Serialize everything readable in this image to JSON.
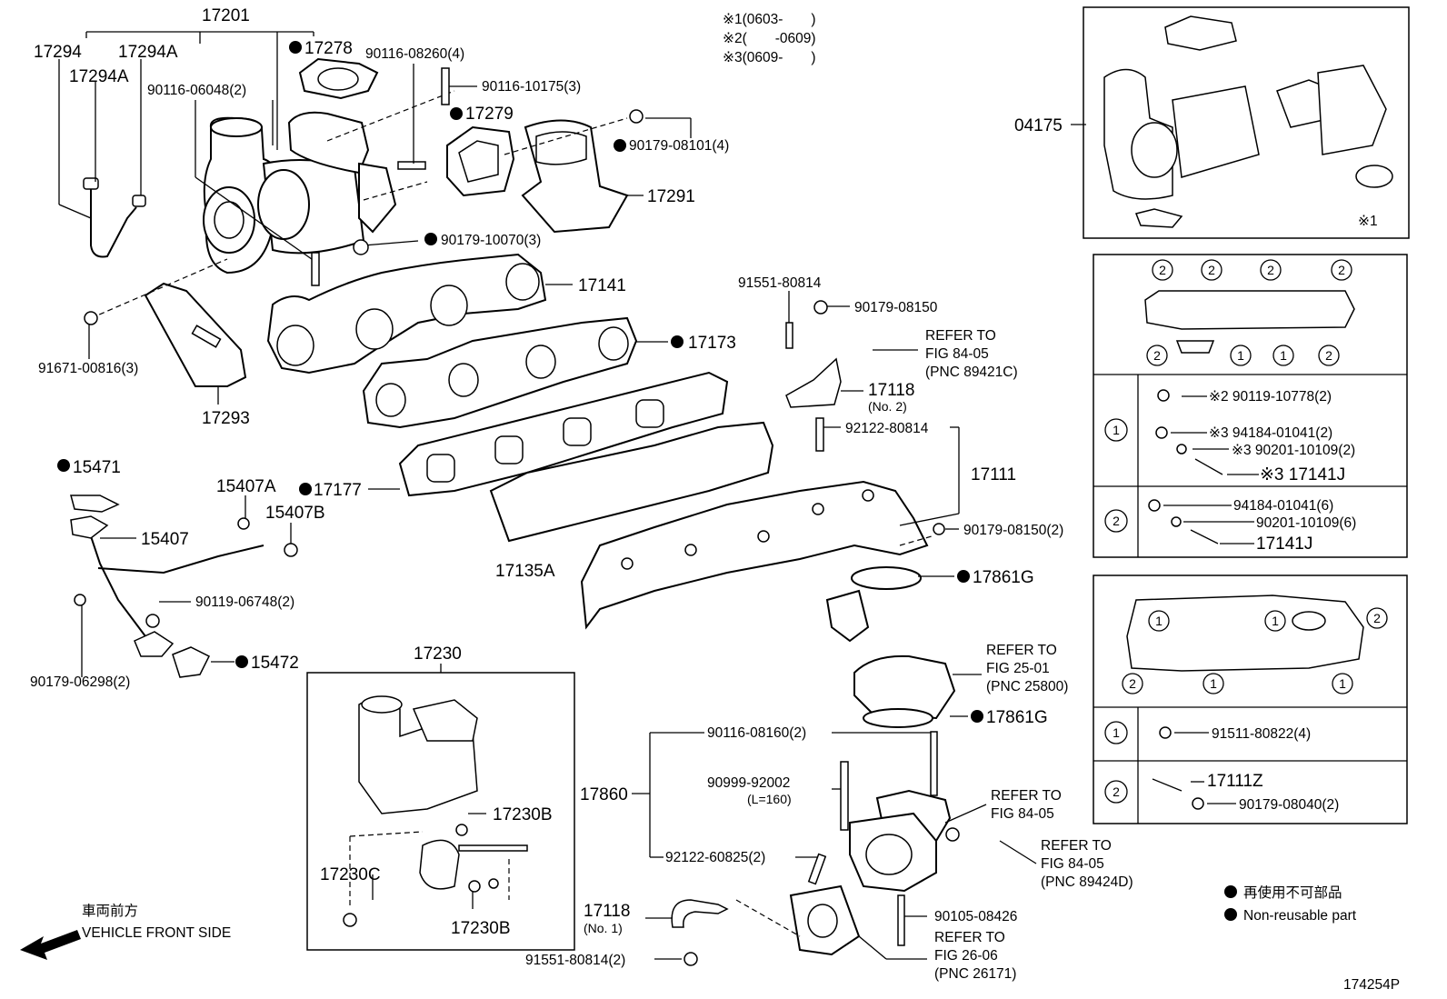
{
  "notes": {
    "n1": "※1(0603-　　)",
    "n2": "※2(　　-0609)",
    "n3": "※3(0609-　　)"
  },
  "labels": {
    "p17201": "17201",
    "p17294": "17294",
    "p17294A_1": "17294A",
    "p17294A_2": "17294A",
    "p90116_06048": "90116-06048(2)",
    "p17278": "17278",
    "p90116_08260": "90116-08260(4)",
    "p90116_10175": "90116-10175(3)",
    "p17279": "17279",
    "p90179_08101": "90179-08101(4)",
    "p17291": "17291",
    "p90179_10070": "90179-10070(3)",
    "p17141": "17141",
    "p91671_00816": "91671-00816(3)",
    "p17293": "17293",
    "p17173": "17173",
    "p91551_80814_top": "91551-80814",
    "p90179_08150": "90179-08150",
    "refer_8405_a1": "REFER TO",
    "refer_8405_a2": "FIG 84-05",
    "refer_8405_a3": "(PNC 89421C)",
    "p17118_no2": "17118",
    "p17118_no2_sub": "(No. 2)",
    "p92122_80814": "92122-80814",
    "p17111": "17111",
    "p15471": "15471",
    "p15407A": "15407A",
    "p17177": "17177",
    "p15407B": "15407B",
    "p15407": "15407",
    "p17135A": "17135A",
    "p90179_08150_2": "90179-08150(2)",
    "p90119_06748": "90119-06748(2)",
    "p17861G_1": "17861G",
    "p15472": "15472",
    "p90179_06298": "90179-06298(2)",
    "p17230": "17230",
    "refer_2501_1": "REFER TO",
    "refer_2501_2": "FIG 25-01",
    "refer_2501_3": "(PNC 25800)",
    "p17861G_2": "17861G",
    "p90116_08160": "90116-08160(2)",
    "p17860": "17860",
    "p90999_92002": "90999-92002",
    "p90999_92002_sub": "(L=160)",
    "refer_8405_b1": "REFER TO",
    "refer_8405_b2": "FIG 84-05",
    "p17230B_1": "17230B",
    "p92122_60825": "92122-60825(2)",
    "refer_8405_c1": "REFER TO",
    "refer_8405_c2": "FIG 84-05",
    "refer_8405_c3": "(PNC 89424D)",
    "p17230C": "17230C",
    "p17230B_2": "17230B",
    "p17118_no1": "17118",
    "p17118_no1_sub": "(No. 1)",
    "p90105_08426": "90105-08426",
    "refer_2606_1": "REFER TO",
    "refer_2606_2": "FIG 26-06",
    "refer_2606_3": "(PNC 26171)",
    "p91551_80814_bot": "91551-80814(2)",
    "p04175": "04175",
    "note_x1": "※1",
    "front_jp": "車両前方",
    "front_en": "VEHICLE FRONT SIDE",
    "figure_id": "174254P"
  },
  "table1": {
    "top_markers": [
      "2",
      "2",
      "2",
      "2"
    ],
    "bottom_markers": [
      "2",
      "1",
      "1",
      "2"
    ],
    "row1": {
      "marker": "1",
      "a": "※2 90119-10778(2)",
      "b": "※3 94184-01041(2)",
      "c": "※3 90201-10109(2)",
      "d": "※3 17141J"
    },
    "row2": {
      "marker": "2",
      "a": "94184-01041(6)",
      "b": "90201-10109(6)",
      "c": "17141J"
    }
  },
  "table2": {
    "markers": [
      "1",
      "1",
      "2",
      "2",
      "1",
      "1"
    ],
    "row1": {
      "marker": "1",
      "a": "91511-80822(4)"
    },
    "row2": {
      "marker": "2",
      "a": "17111Z",
      "b": "90179-08040(2)"
    }
  },
  "legend": {
    "jp": "再使用不可部品",
    "en": "Non-reusable part"
  }
}
